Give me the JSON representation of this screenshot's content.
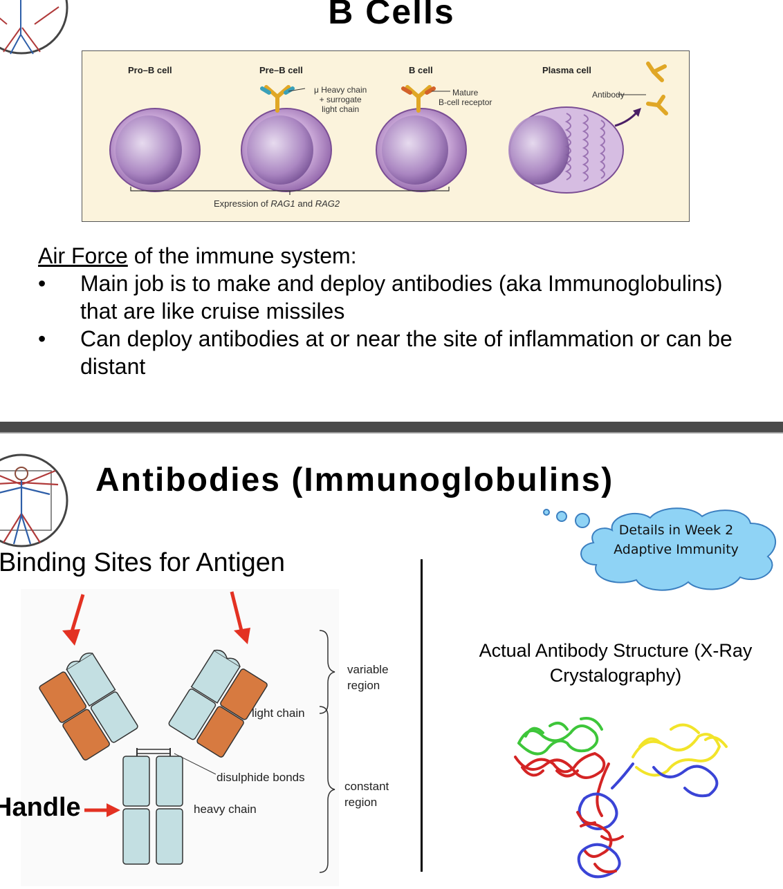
{
  "slide1": {
    "title": "B Cells",
    "figure": {
      "stages": [
        "Pro–B cell",
        "Pre–B cell",
        "B cell",
        "Plasma cell"
      ],
      "annotations": {
        "heavy_chain": "μ Heavy chain\n+ surrogate\nlight chain",
        "mature_receptor": "Mature\nB-cell receptor",
        "antibody": "Antibody",
        "rag_prefix": "Expression of ",
        "rag1": "RAG1",
        "rag_and": " and ",
        "rag2": "RAG2"
      }
    },
    "intro_underlined": "Air Force",
    "intro_rest": " of the immune system:",
    "bullets": [
      "Main job is to make and deploy antibodies (aka Immunoglobulins) that are like cruise missiles",
      "Can deploy antibodies at or near the site of inflammation or can be distant"
    ],
    "bullet_char": "•"
  },
  "slide2": {
    "title": "Antibodies (Immunoglobulins)",
    "cloud_note": "Details in Week 2 Adaptive Immunity",
    "binding_sites_label": "Binding Sites for Antigen",
    "handle_label": "Handle",
    "diagram_labels": {
      "variable_region": "variable\nregion",
      "light_chain": "light chain",
      "disulphide_bonds": "disulphide bonds",
      "constant_region": "constant\nregion",
      "heavy_chain": "heavy chain"
    },
    "structure_title": "Actual Antibody Structure (X-Ray Crystalography)"
  },
  "colors": {
    "light_chain_fill": "#d77a40",
    "heavy_chain_fill": "#c3dfe2",
    "arrow_red": "#e33122",
    "cloud_fill": "#8fd3f5",
    "cloud_stroke": "#3b7fc0",
    "divider": "#4a4a4a",
    "cell_purple": "#b48dc7",
    "figure_bg": "#fbf3dc"
  },
  "icons": [
    "vitruvian-man-logo",
    "thought-cloud",
    "red-arrow",
    "antibody-y-icon"
  ]
}
